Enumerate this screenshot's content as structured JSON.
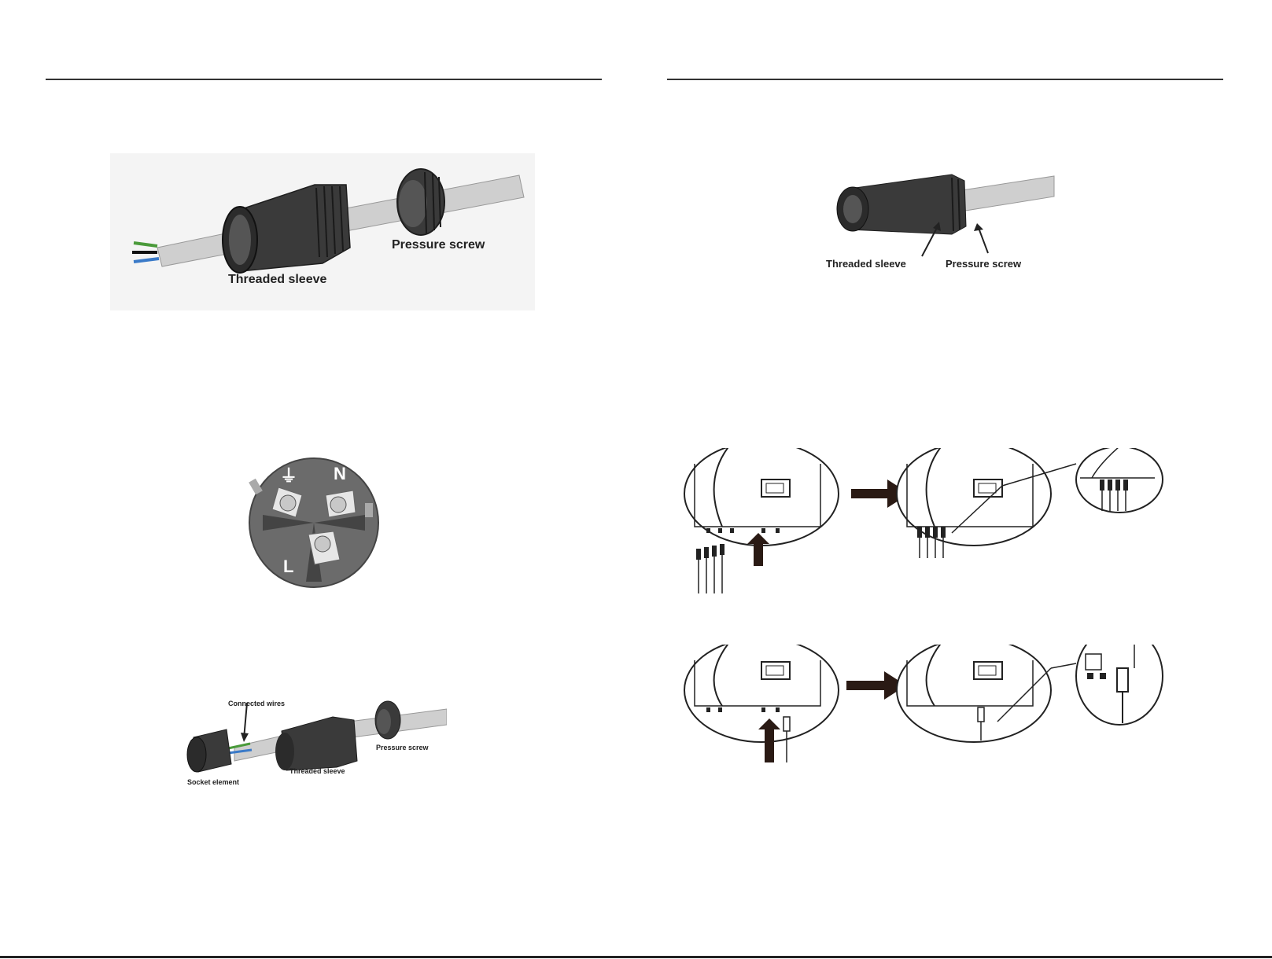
{
  "fig_cable_prep": {
    "label_threaded_sleeve": "Threaded sleeve",
    "label_pressure_screw": "Pressure screw"
  },
  "fig_socket_pins": {
    "pin_earth_symbol": "⏚",
    "pin_n": "N",
    "pin_l": "L"
  },
  "fig_assembly": {
    "label_connected_wires": "Connected wires",
    "label_socket_element": "Socket element",
    "label_threaded_sleeve": "Threaded sleeve",
    "label_pressure_screw": "Pressure screw"
  },
  "fig_assembled": {
    "label_threaded_sleeve": "Threaded sleeve",
    "label_pressure_screw": "Pressure screw"
  },
  "colors": {
    "cable": "#cfcfcf",
    "connector": "#3a3a3a",
    "socket_face": "#6b6b6b",
    "arrow": "#2a1a14",
    "wire_green": "#4a9a3a",
    "wire_blue": "#3a7ac8"
  }
}
